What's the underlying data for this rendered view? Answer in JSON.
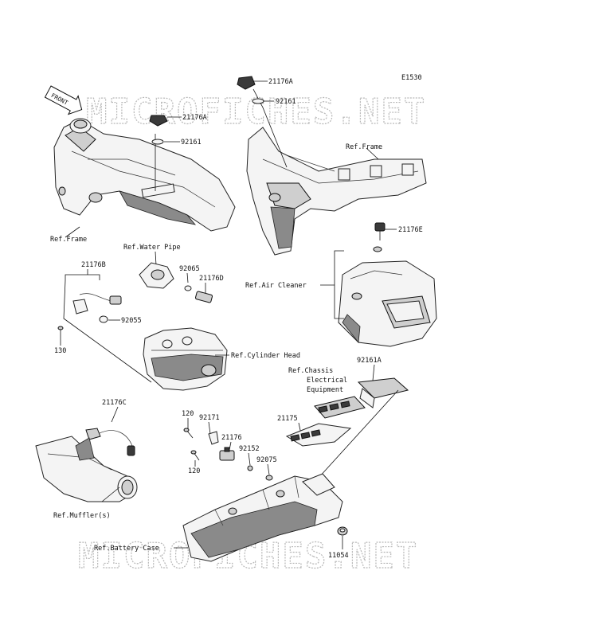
{
  "diagram": {
    "code": "E1530",
    "watermark": "MICROFICHES.NET",
    "front_arrow": "FRONT",
    "labels": {
      "p21176A_top": "21176A",
      "p92161_top": "92161",
      "p21176A_left": "21176A",
      "p92161_left": "92161",
      "ref_frame_right": "Ref.Frame",
      "ref_frame_left": "Ref.Frame",
      "ref_water_pipe": "Ref.Water Pipe",
      "p21176E": "21176E",
      "p21176B": "21176B",
      "p92065": "92065",
      "p21176D": "21176D",
      "ref_air_cleaner": "Ref.Air Cleaner",
      "p92055": "92055",
      "p130": "130",
      "ref_cylinder_head": "Ref.Cylinder Head",
      "p92161A": "92161A",
      "ref_chassis_1": "Ref.Chassis",
      "ref_chassis_2": "Electrical",
      "ref_chassis_3": "Equipment",
      "p21176C": "21176C",
      "p120_top": "120",
      "p92171": "92171",
      "p21175": "21175",
      "p21176": "21176",
      "p92152": "92152",
      "p92075": "92075",
      "p120_bottom": "120",
      "ref_mufflers": "Ref.Muffler(s)",
      "ref_battery_case": "Ref.Battery Case",
      "p11054": "11054"
    }
  }
}
